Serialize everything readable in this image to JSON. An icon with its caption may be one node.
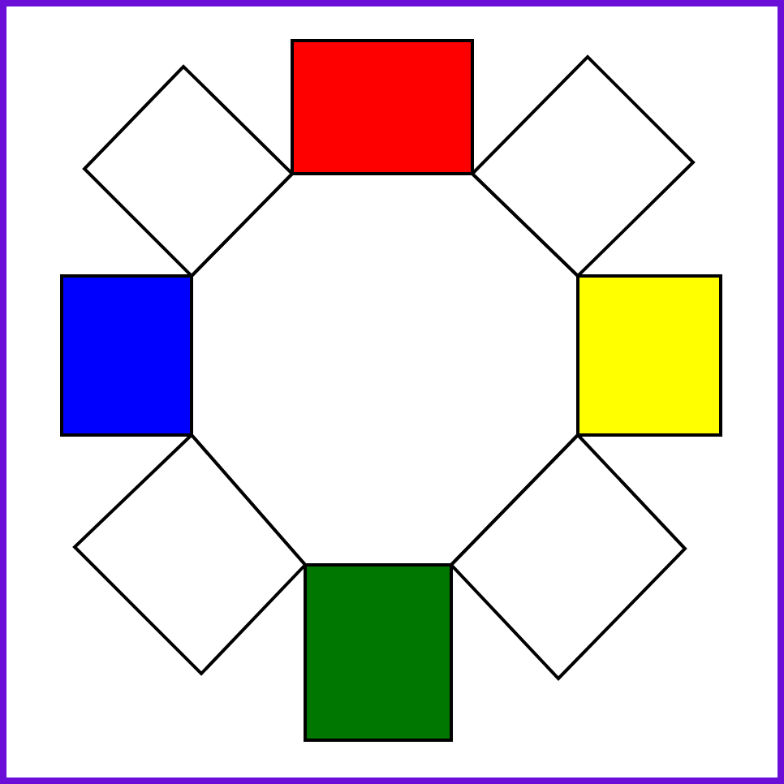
{
  "diagram": {
    "nodes": [
      {
        "text": [],
        "shape": "box"
      },
      {
        "text": [],
        "shape": "diamond"
      },
      {
        "text": [],
        "shape": "diamond"
      },
      {
        "text": [],
        "shape": "octagon"
      },
      {
        "text": [],
        "shape": "box"
      },
      {
        "text": [],
        "shape": "box"
      },
      {
        "text": [],
        "shape": "diamond"
      },
      {
        "text": [],
        "shape": "diamond"
      },
      {
        "text": [],
        "shape": "box"
      }
    ]
  }
}
